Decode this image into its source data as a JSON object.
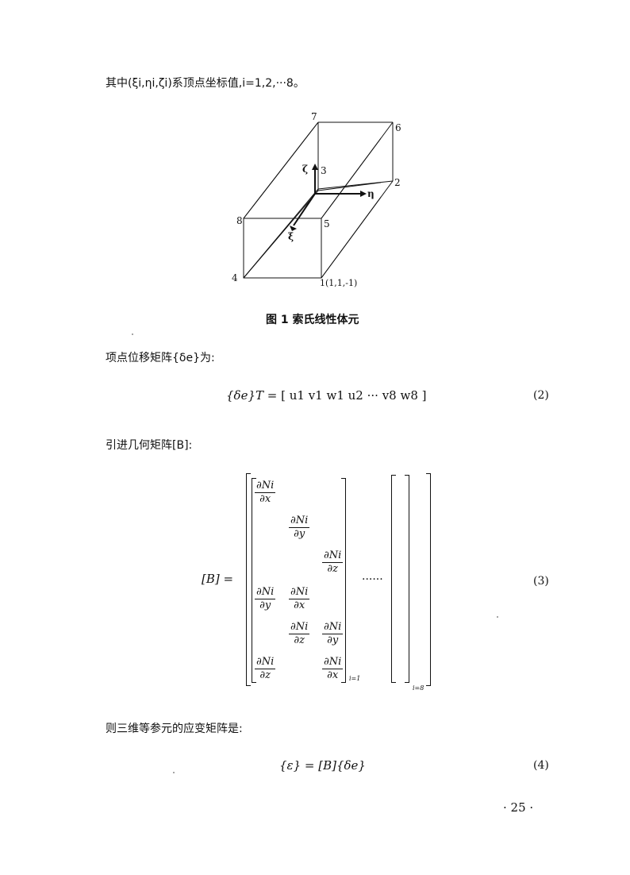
{
  "text": {
    "line1": "其中(ξi,ηi,ζi)系顶点坐标值,i=1,2,···8。",
    "caption": "图 1   索氏线性体元",
    "line2": "项点位移矩阵{δe}为:",
    "line3": "引进几何矩阵[B]:",
    "line4": "则三维等参元的应变矩阵是:"
  },
  "figure": {
    "vertex_labels": [
      "1(1,1,-1)",
      "2",
      "3",
      "4",
      "5",
      "6",
      "7",
      "8"
    ],
    "axis_labels": {
      "zeta": "ζ",
      "eta": "η",
      "xi": "ξ"
    }
  },
  "equations": {
    "eq2": {
      "number": "(2)",
      "lhs": "{δe}T",
      "rhs": "= [ u1 v1 w1 u2 ··· v8 w8 ]"
    },
    "eq3": {
      "number": "(3)",
      "lhs": "[B] =",
      "dots": "······",
      "numerator": "∂Ni",
      "den_x": "∂x",
      "den_y": "∂y",
      "den_z": "∂z",
      "index_first": "i=1",
      "index_last": "i=8"
    },
    "eq4": {
      "number": "(4)",
      "content": "{ε} = [B]{δe}"
    }
  },
  "page_number": "· 25 ·"
}
